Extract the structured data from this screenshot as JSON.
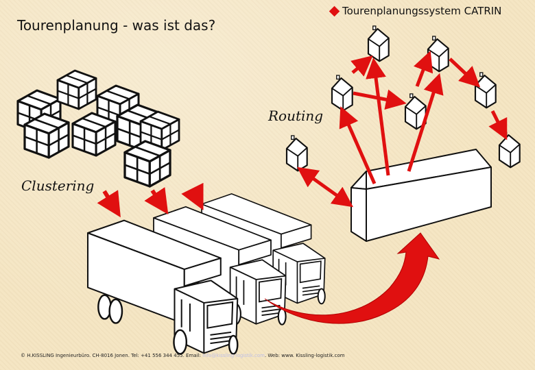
{
  "title": "Tourenplanung - was ist das?",
  "system_label": "Tourenplanungssystem CATRIN",
  "labels": {
    "routing": "Routing",
    "clustering": "Clustering"
  },
  "footer": {
    "prefix": "© H.KISSLING Ingenieurbüro. CH-8016 Jonen. Tel: +41 556 344 455. Email: ",
    "email": "info@kissling-logistik.com",
    "suffix": ". Web: www. Kissling-logistik.com"
  },
  "colors": {
    "background": "#f5e6c4",
    "accent_red": "#e01010",
    "outline": "#111111",
    "fill": "#ffffff"
  },
  "icons": [
    "red-diamond-icon",
    "package-icon",
    "house-icon",
    "depot-warehouse-icon",
    "delivery-truck-icon",
    "red-arrow-icon"
  ]
}
